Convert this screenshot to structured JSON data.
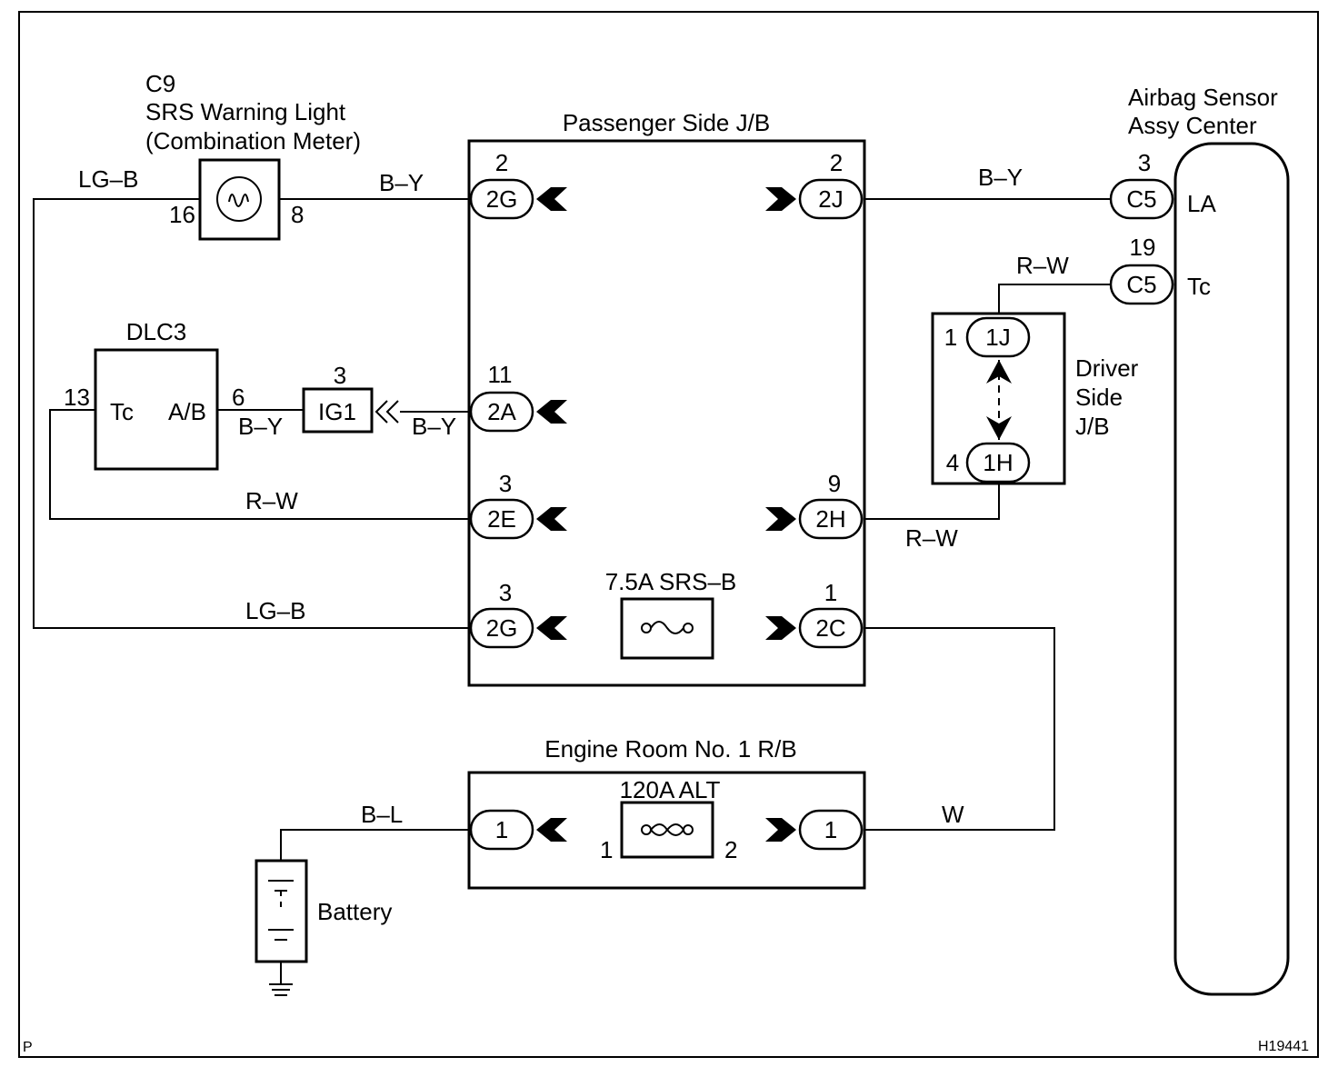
{
  "corner_mark": "P",
  "figure_id": "H19441",
  "srs_light": {
    "code": "C9",
    "name": "SRS Warning Light",
    "sub": "(Combination Meter)",
    "pin_left": "16",
    "pin_right": "8"
  },
  "airbag_sensor": {
    "line1": "Airbag Sensor",
    "line2": "Assy Center",
    "term_la": "LA",
    "term_tc": "Tc"
  },
  "passenger_jb": {
    "title": "Passenger Side J/B"
  },
  "driver_jb": {
    "line1": "Driver",
    "line2": "Side",
    "line3": "J/B"
  },
  "dlc3": {
    "title": "DLC3",
    "term_tc": "Tc",
    "term_ab": "A/B",
    "pin_left": "13",
    "pin_right": "6"
  },
  "ig1": {
    "label": "IG1",
    "pin": "3"
  },
  "fuse_srs": "7.5A SRS–B",
  "engine_rb": {
    "title": "Engine Room No. 1 R/B",
    "fuse": "120A ALT",
    "fuse_pin_left": "1",
    "fuse_pin_right": "2"
  },
  "battery": "Battery",
  "wires": {
    "lgb_top": "LG–B",
    "by_top": "B–Y",
    "by_right": "B–Y",
    "rw_right": "R–W",
    "by_dlc": "B–Y",
    "by_ig1": "B–Y",
    "rw_mid": "R–W",
    "rw_low": "R–W",
    "lgb_low": "LG–B",
    "bl": "B–L",
    "w": "W"
  },
  "connectors": {
    "c2G_top": {
      "label": "2G",
      "pin": "2"
    },
    "c2J": {
      "label": "2J",
      "pin": "2"
    },
    "c2A": {
      "label": "2A",
      "pin": "11"
    },
    "c2E": {
      "label": "2E",
      "pin": "3"
    },
    "c2H": {
      "label": "2H",
      "pin": "9"
    },
    "c2G_low": {
      "label": "2G",
      "pin": "3"
    },
    "c2C": {
      "label": "2C",
      "pin": "1"
    },
    "c5_la": {
      "label": "C5",
      "pin": "3"
    },
    "c5_tc": {
      "label": "C5",
      "pin": "19"
    },
    "c1J": {
      "label": "1J",
      "pin": "1"
    },
    "c1H": {
      "label": "1H",
      "pin": "4"
    },
    "eng_left": {
      "label": "1"
    },
    "eng_right": {
      "label": "1"
    }
  }
}
